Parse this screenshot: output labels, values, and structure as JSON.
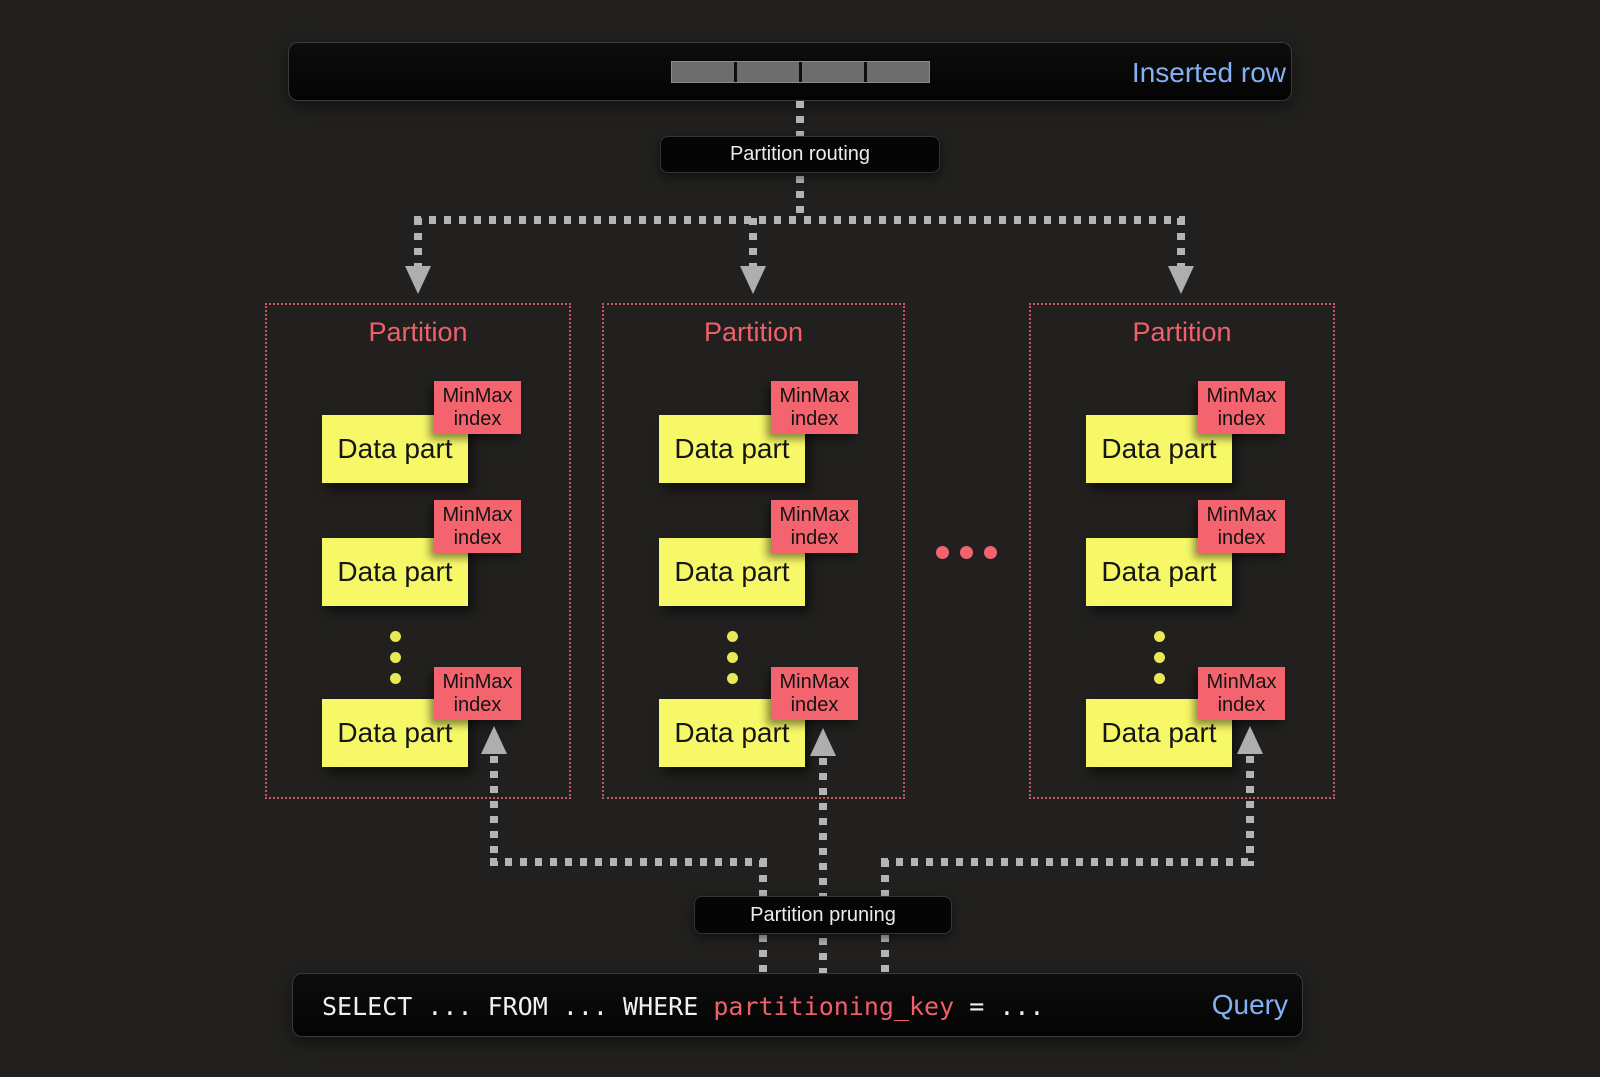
{
  "colors": {
    "background": "#21201e",
    "panel_black": "#070707",
    "accent_blue": "#84b1f4",
    "accent_red": "#f2646e",
    "partition_border_red": "#c9565e",
    "data_part_yellow": "#f7f868",
    "connector_gray": "#b4b4b4",
    "row_cell_gray": "#6d6d6d"
  },
  "inserted_row": {
    "label": "Inserted row",
    "cell_count": 4
  },
  "routing": {
    "label": "Partition routing"
  },
  "pruning": {
    "label": "Partition pruning"
  },
  "partitions": [
    {
      "title": "Partition",
      "parts": [
        {
          "label": "Data part",
          "index_label": "MinMax index"
        },
        {
          "label": "Data part",
          "index_label": "MinMax index"
        },
        {
          "label": "Data part",
          "index_label": "MinMax index"
        }
      ]
    },
    {
      "title": "Partition",
      "parts": [
        {
          "label": "Data part",
          "index_label": "MinMax index"
        },
        {
          "label": "Data part",
          "index_label": "MinMax index"
        },
        {
          "label": "Data part",
          "index_label": "MinMax index"
        }
      ]
    },
    {
      "title": "Partition",
      "parts": [
        {
          "label": "Data part",
          "index_label": "MinMax index"
        },
        {
          "label": "Data part",
          "index_label": "MinMax index"
        },
        {
          "label": "Data part",
          "index_label": "MinMax index"
        }
      ]
    }
  ],
  "query": {
    "text_before_key": "SELECT ... FROM ... WHERE ",
    "key": "partitioning_key",
    "text_after_key": " = ...",
    "label": "Query"
  }
}
